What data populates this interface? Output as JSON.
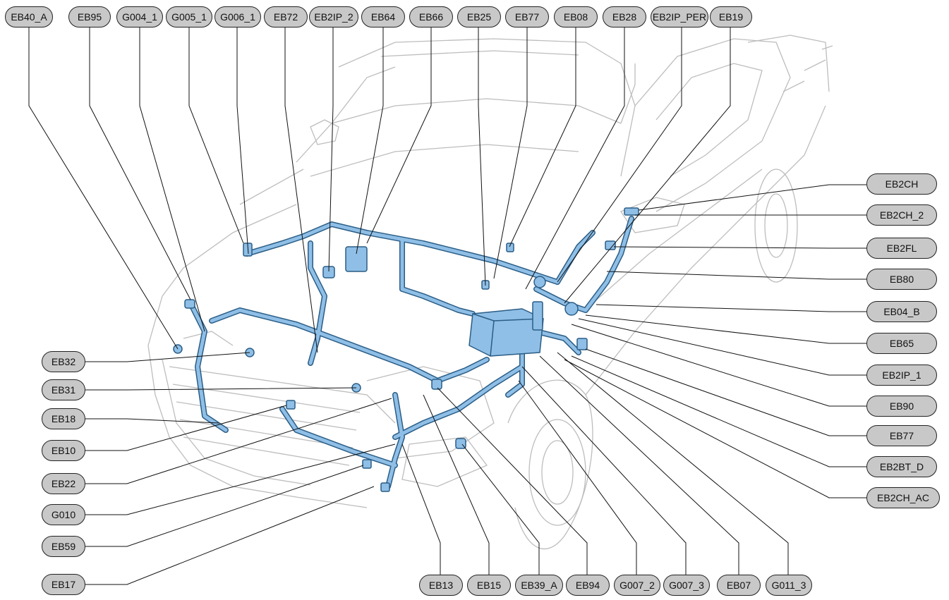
{
  "top_labels": [
    "EB40_A",
    "EB95",
    "G004_1",
    "G005_1",
    "G006_1",
    "EB72",
    "EB2IP_2",
    "EB64",
    "EB66",
    "EB25",
    "EB77",
    "EB08",
    "EB28",
    "EB2IP_PER",
    "EB19"
  ],
  "right_labels": [
    "EB2CH",
    "EB2CH_2",
    "EB2FL",
    "EB80",
    "EB04_B",
    "EB65",
    "EB2IP_1",
    "EB90",
    "EB77",
    "EB2BT_D",
    "EB2CH_AC"
  ],
  "left_labels": [
    "EB32",
    "EB31",
    "EB18",
    "EB10",
    "EB22",
    "G010",
    "EB59",
    "EB17"
  ],
  "bottom_labels": [
    "EB13",
    "EB15",
    "EB39_A",
    "EB94",
    "G007_2",
    "G007_3",
    "EB07",
    "G011_3"
  ],
  "colors": {
    "harness": "#8fbfe6",
    "harness_outline": "#2a5d86",
    "vehicle_outline": "#bdbdbd",
    "label_fill": "#c8c8c8",
    "leader": "#111111"
  }
}
